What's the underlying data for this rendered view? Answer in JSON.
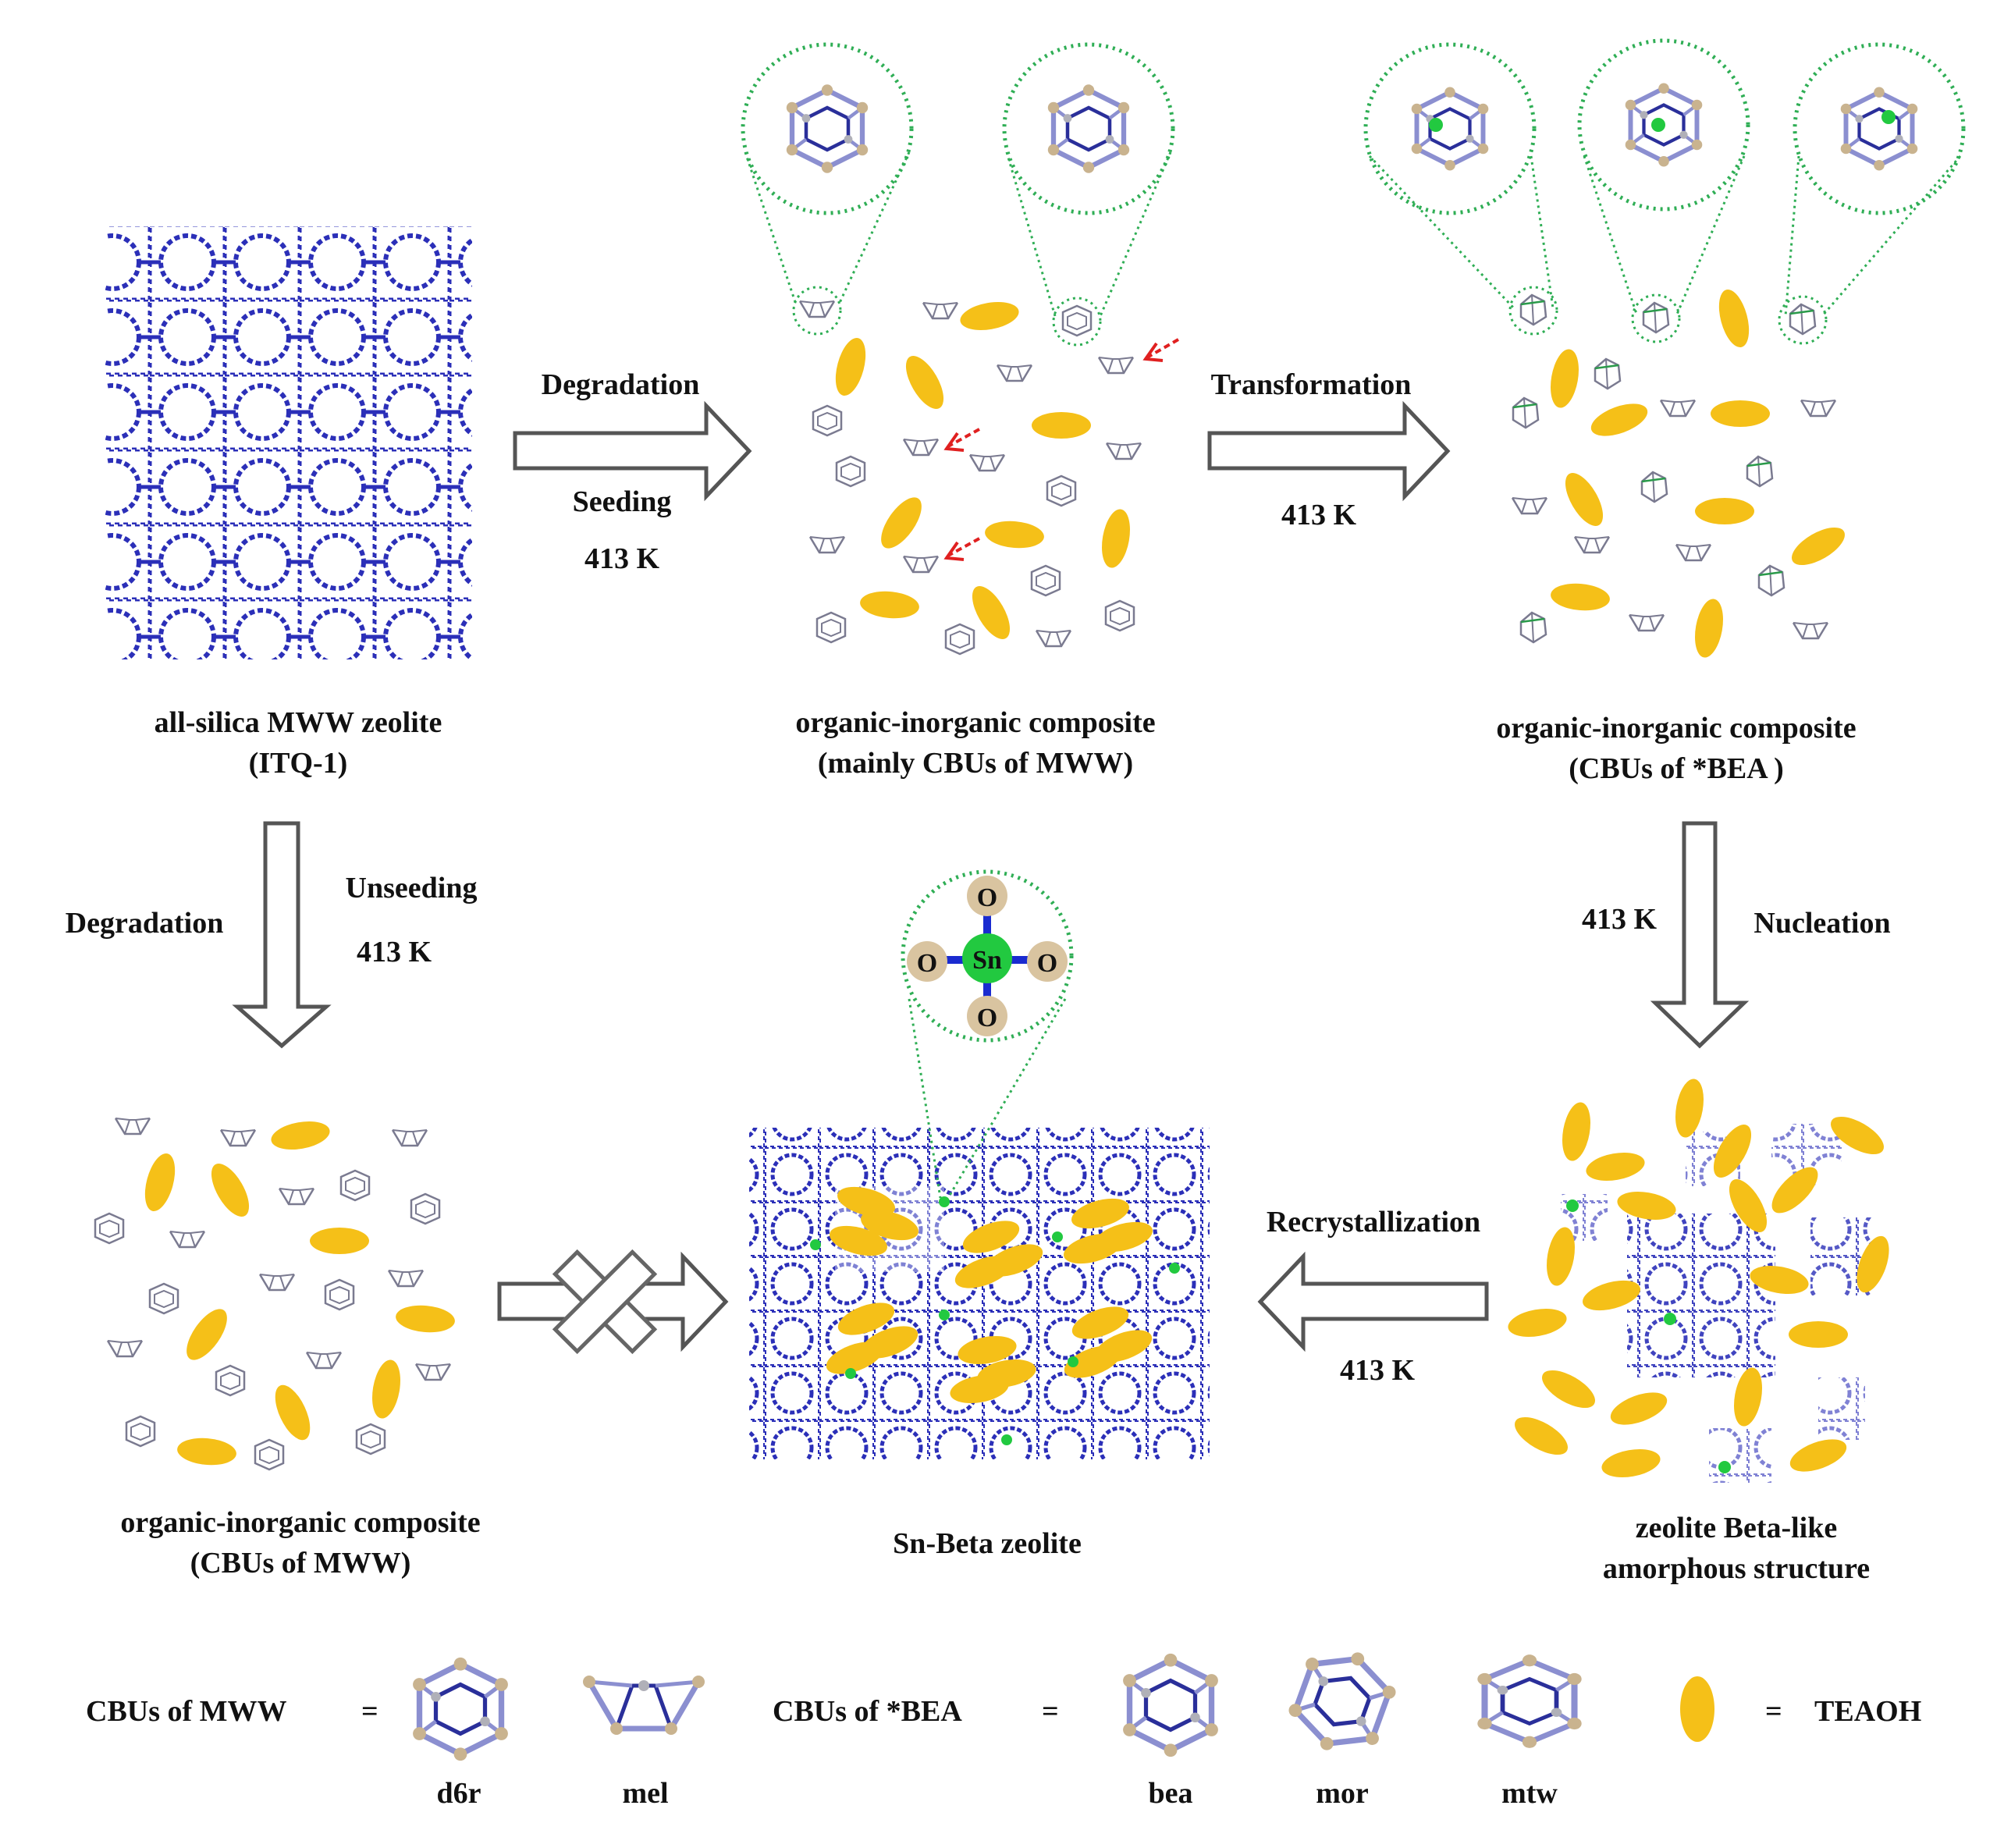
{
  "colors": {
    "framework": "#2b2fb8",
    "oxygen": "#d9c4a0",
    "cbu_edge": "#8a8aa0",
    "teaoh": "#f5c018",
    "dotted_outline": "#2fae55",
    "sn_atom": "#22c940",
    "arrow_stroke": "#555555",
    "bond": "#1a2bd0"
  },
  "stages": {
    "mww_zeolite": {
      "line1": "all-silica MWW zeolite",
      "line2": "(ITQ-1)"
    },
    "composite_mww_mainly": {
      "line1": "organic-inorganic composite",
      "line2": "(mainly CBUs of MWW)"
    },
    "composite_bea": {
      "line1": "organic-inorganic composite",
      "line2": "(CBUs of *BEA )"
    },
    "composite_mww": {
      "line1": "organic-inorganic composite",
      "line2": "(CBUs of MWW)"
    },
    "sn_beta": {
      "line1": "Sn-Beta zeolite"
    },
    "beta_like": {
      "line1": "zeolite Beta-like",
      "line2": "amorphous structure"
    }
  },
  "arrows": {
    "degradation_seeding": {
      "top": "Degradation",
      "mid": "Seeding",
      "bottom": "413 K"
    },
    "transformation": {
      "top": "Transformation",
      "bottom": "413 K"
    },
    "nucleation": {
      "left": "413 K",
      "right": "Nucleation"
    },
    "recrystallization": {
      "top": "Recrystallization",
      "bottom": "413 K"
    },
    "degradation_unseeding": {
      "left": "Degradation",
      "right_top": "Unseeding",
      "right_bottom": "413 K"
    }
  },
  "sn_site": {
    "center": "Sn",
    "ligand": "O"
  },
  "legend": {
    "mww_label": "CBUs of  MWW",
    "bea_label": "CBUs of  *BEA",
    "equals": "=",
    "cbu_names": {
      "d6r": "d6r",
      "mel": "mel",
      "bea": "bea",
      "mor": "mor",
      "mtw": "mtw"
    },
    "teaoh_label": "TEAOH"
  }
}
